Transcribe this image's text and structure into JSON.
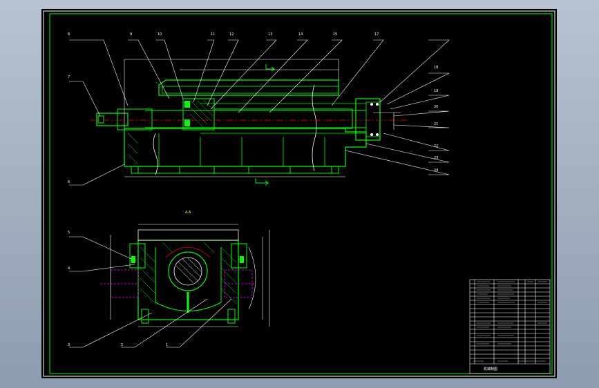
{
  "colors": {
    "background": "#000000",
    "frame": "#ffffff",
    "part": "#00ff00",
    "leader": "#ffffff",
    "centerline": "#ff0000",
    "dimension": "#ffff00",
    "hidden": "#ff00ff"
  },
  "drawing": {
    "section_label": "A-A",
    "balloons_top": [
      "8",
      "9",
      "10",
      "11",
      "12",
      "13",
      "14",
      "15",
      "17",
      "18",
      "19",
      "20",
      "21",
      "22",
      "23",
      "24",
      "7",
      "6"
    ],
    "balloons_bottom": [
      "5",
      "4",
      "3",
      "2",
      "1"
    ]
  },
  "title_block": {
    "footer": "机械制图"
  }
}
